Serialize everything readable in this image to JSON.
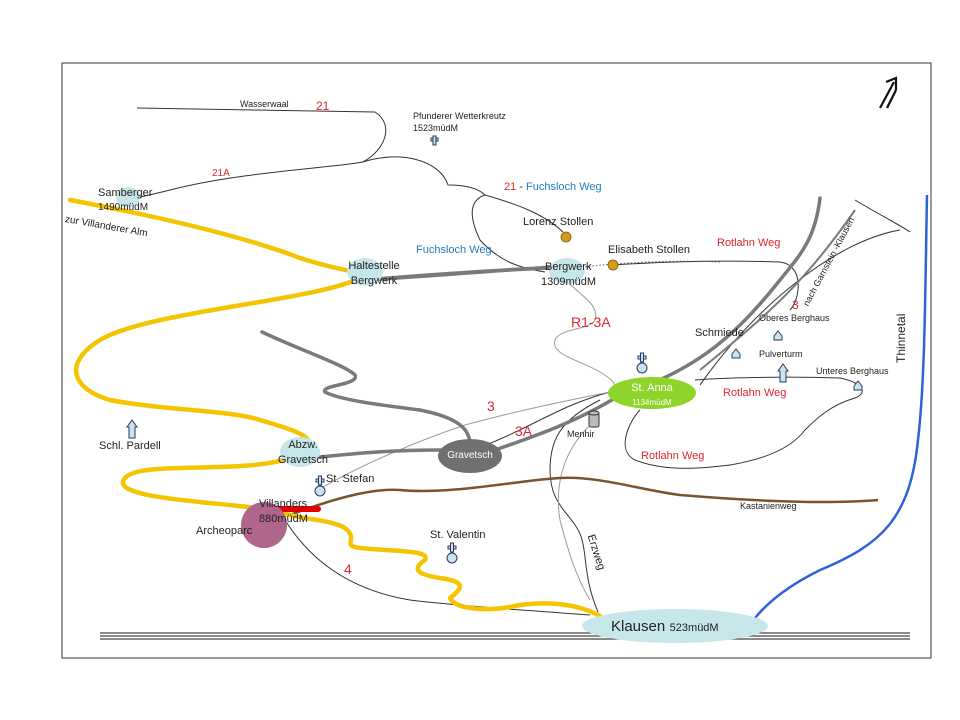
{
  "colors": {
    "frame": "#333333",
    "yellow_path": "#f5c400",
    "gray_road": "#7a7a7a",
    "brown_path": "#7a5230",
    "blue_river": "#2f62d8",
    "st_anna_node": "#8fd42a",
    "gravetsch_node": "#707070",
    "archeoparc_node": "#b0668c",
    "light_node": "#c6e6ea",
    "red_text": "#e0262b",
    "blue_text": "#1f7fc0",
    "gold_marker": "#d49a1a"
  },
  "icons": {
    "north_arrow": "north-arrow-icon",
    "cross": "summit-cross-icon",
    "church": "church-icon",
    "house": "house-icon",
    "tower": "tower-icon",
    "mine": "mine-marker-icon",
    "menhir": "menhir-icon"
  },
  "places": {
    "wasserwaal": "Wasserwaal",
    "pfunderer_name": "Pfunderer Wetterkreutz",
    "pfunderer_alt": "1523müdM",
    "samberger_name": "Samberger",
    "samberger_alt": "1490müdM",
    "zur_villanderer_alm": "zur Villanderer Alm",
    "lorenz_stollen": "Lorenz Stollen",
    "elisabeth_stollen": "Elisabeth Stollen",
    "haltestelle_line1": "Haltestelle",
    "haltestelle_line2": "Bergwerk",
    "bergwerk_name": "Bergwerk",
    "bergwerk_alt": "1309müdM",
    "schmiede": "Schmiede",
    "oberes_berghaus": "Oberes Berghaus",
    "pulverturm": "Pulverturm",
    "unteres_berghaus": "Unteres Berghaus",
    "st_anna_name": "St. Anna",
    "st_anna_alt": "1134müdM",
    "menhir": "Menhir",
    "schl_pardell": "Schl. Pardell",
    "abzw_line1": "Abzw.",
    "abzw_line2": "Gravetsch",
    "gravetsch": "Gravetsch",
    "st_stefan": "St. Stefan",
    "villanders_name": "Villanders",
    "villanders_alt": "880müdM",
    "archeoparc": "Archeoparc",
    "st_valentin": "St. Valentin",
    "kastanienweg": "Kastanienweg",
    "erzweg": "Erzweg",
    "thinnetal": "Thinnetal",
    "nach_garnstein": "nach Garnstein -Klausen",
    "klausen_name": "Klausen",
    "klausen_alt": "523müdM"
  },
  "routes": {
    "r21": "21",
    "r21a": "21A",
    "r21_fuchsloch_num": "21",
    "r21_fuchsloch_sep": " - ",
    "r21_fuchsloch_name": "Fuchsloch Weg",
    "fuchsloch_weg": "Fuchsloch Weg",
    "rotlahn_weg_1": "Rotlahn Weg",
    "rotlahn_weg_2": "Rotlahn Weg",
    "rotlahn_weg_3": "Rotlahn Weg",
    "r1_3a": "R1-3A",
    "r3_east": "3",
    "r3_mid": "3",
    "r3a": "3A",
    "r4": "4"
  }
}
